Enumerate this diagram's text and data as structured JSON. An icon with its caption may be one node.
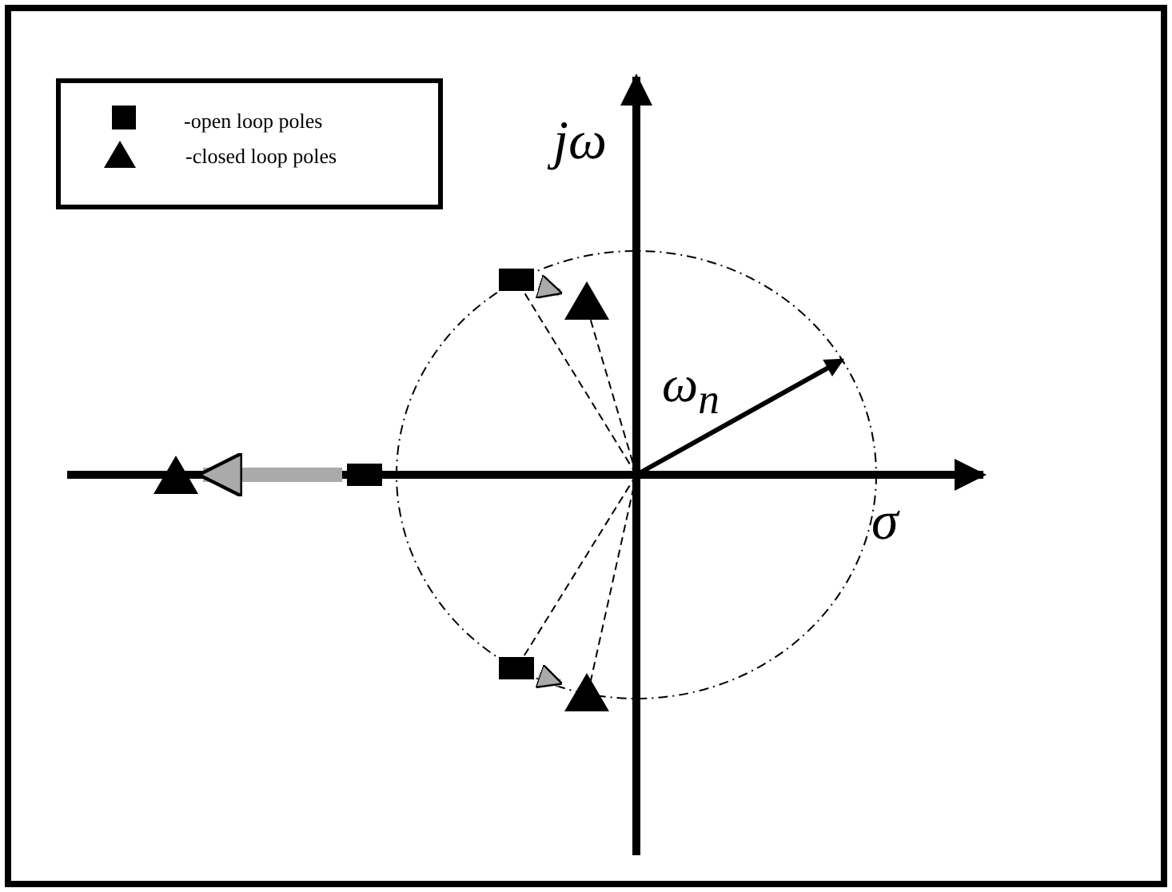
{
  "diagram": {
    "nodes": [
      {
        "text": [],
        "shape": "box"
      },
      {
        "text": [],
        "shape": "triangle"
      },
      {
        "text": [],
        "shape": "box"
      },
      {
        "text": [],
        "shape": "triangle"
      },
      {
        "text": [],
        "shape": "box"
      },
      {
        "text": [],
        "shape": "triangle"
      }
    ],
    "edges": [
      {
        "from": 0,
        "to": 1,
        "arrow": "to"
      },
      {
        "from": 2,
        "to": 3,
        "arrow": "to"
      },
      {
        "from": 4,
        "to": 5,
        "arrow": "to",
        "style": "thick"
      }
    ],
    "labels": [
      "jω",
      "ω$_{n}$",
      "σ"
    ],
    "legend": [
      {
        "text": "-open loop poles"
      },
      {
        "text": "-closed loop poles"
      }
    ]
  }
}
